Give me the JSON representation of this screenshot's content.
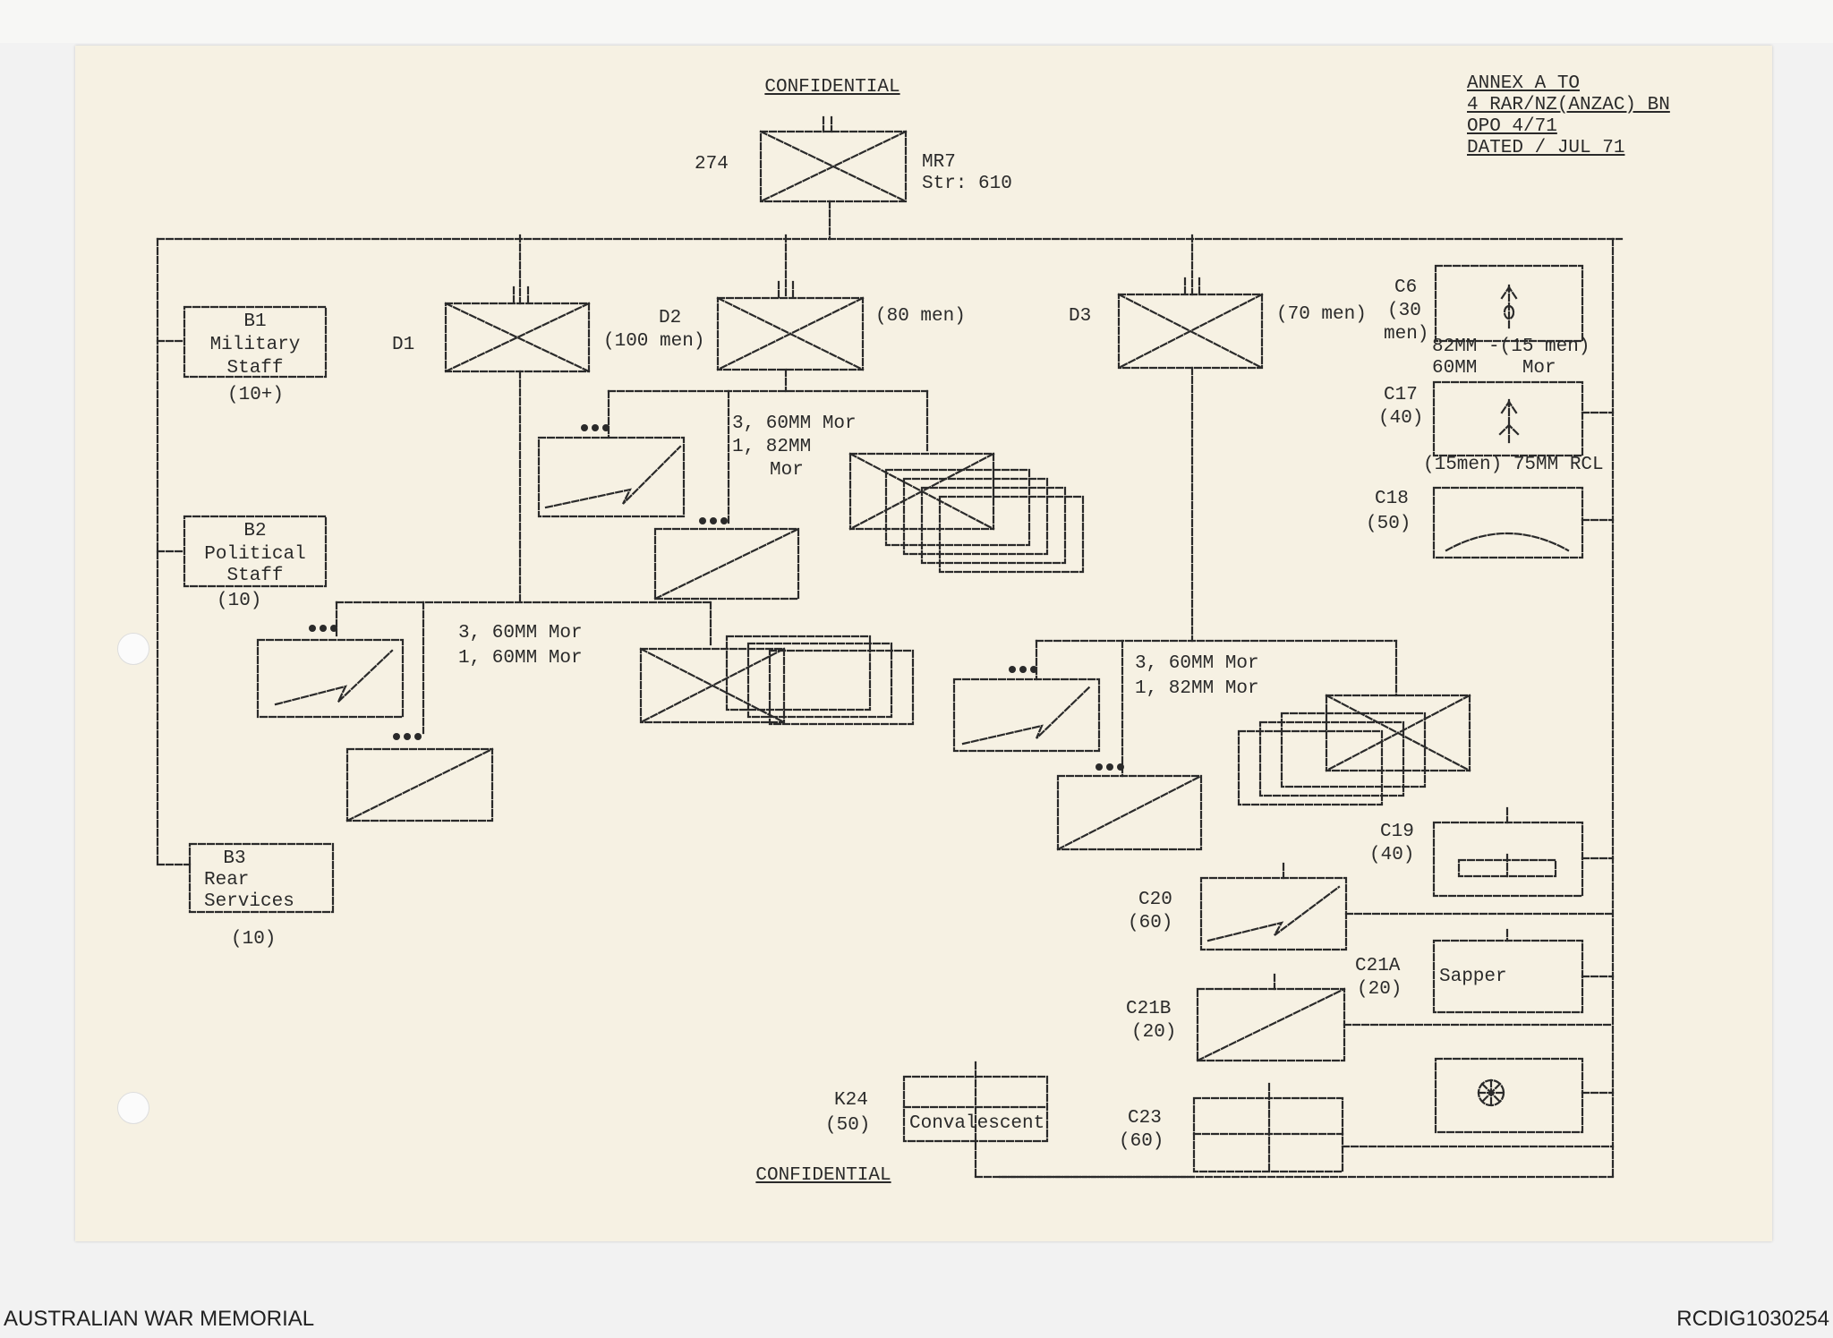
{
  "document": {
    "header_center": "CONFIDENTIAL",
    "footer_center": "CONFIDENTIAL",
    "annex": [
      "ANNEX A TO",
      "4 RAR/NZ(ANZAC) BN",
      "OPO 4/71",
      "DATED / JUL 71"
    ]
  },
  "hq": {
    "left_label": "274",
    "right_label": "MR7",
    "strength": "Str: 610"
  },
  "left_staff": [
    {
      "code": "B1",
      "name": [
        "Military",
        "Staff"
      ],
      "count": "(10+)"
    },
    {
      "code": "B2",
      "name": [
        "Political",
        "Staff"
      ],
      "count": "(10)"
    },
    {
      "code": "B3",
      "name": [
        "Rear",
        "Services"
      ],
      "count": "(10)"
    }
  ],
  "battalions": {
    "d1": {
      "label": "D1"
    },
    "d2": {
      "label": "D2",
      "men": "(100 men)",
      "right_men": "(80 men)"
    },
    "d3": {
      "label": "D3",
      "men": "(70 men)"
    }
  },
  "weapons_notes": {
    "d1": [
      "3, 60MM Mor",
      "1, 60MM Mor"
    ],
    "d2": [
      "3, 60MM Mor",
      "1, 82MM",
      "Mor"
    ],
    "d3": [
      "3, 60MM Mor",
      "1, 82MM Mor"
    ]
  },
  "right_units": {
    "c6": {
      "code": "C6",
      "count_lines": [
        "(30",
        "men)"
      ],
      "note_lines": [
        "82MM -(15 men)",
        "60MM    Mor"
      ]
    },
    "c17": {
      "code": "C17",
      "count": "(40)",
      "note": "(15men) 75MM RCL"
    },
    "c18": {
      "code": "C18",
      "count": "(50)"
    },
    "c19": {
      "code": "C19",
      "count": "(40)"
    },
    "c20": {
      "code": "C20",
      "count": "(60)"
    },
    "c21a": {
      "code": "C21A",
      "count": "(20)",
      "box_text": "Sapper"
    },
    "c21b": {
      "code": "C21B",
      "count": "(20)"
    },
    "c23": {
      "code": "C23",
      "count": "(60)"
    },
    "k24": {
      "code": "K24",
      "count": "(50)",
      "box_text": "Convalescent"
    }
  },
  "footer": {
    "left": "AUSTRALIAN WAR MEMORIAL",
    "right": "RCDIG1030254"
  },
  "colors": {
    "paper": "#f6f1e3",
    "ink": "#2a2a2a",
    "background": "#f2f2f2"
  }
}
